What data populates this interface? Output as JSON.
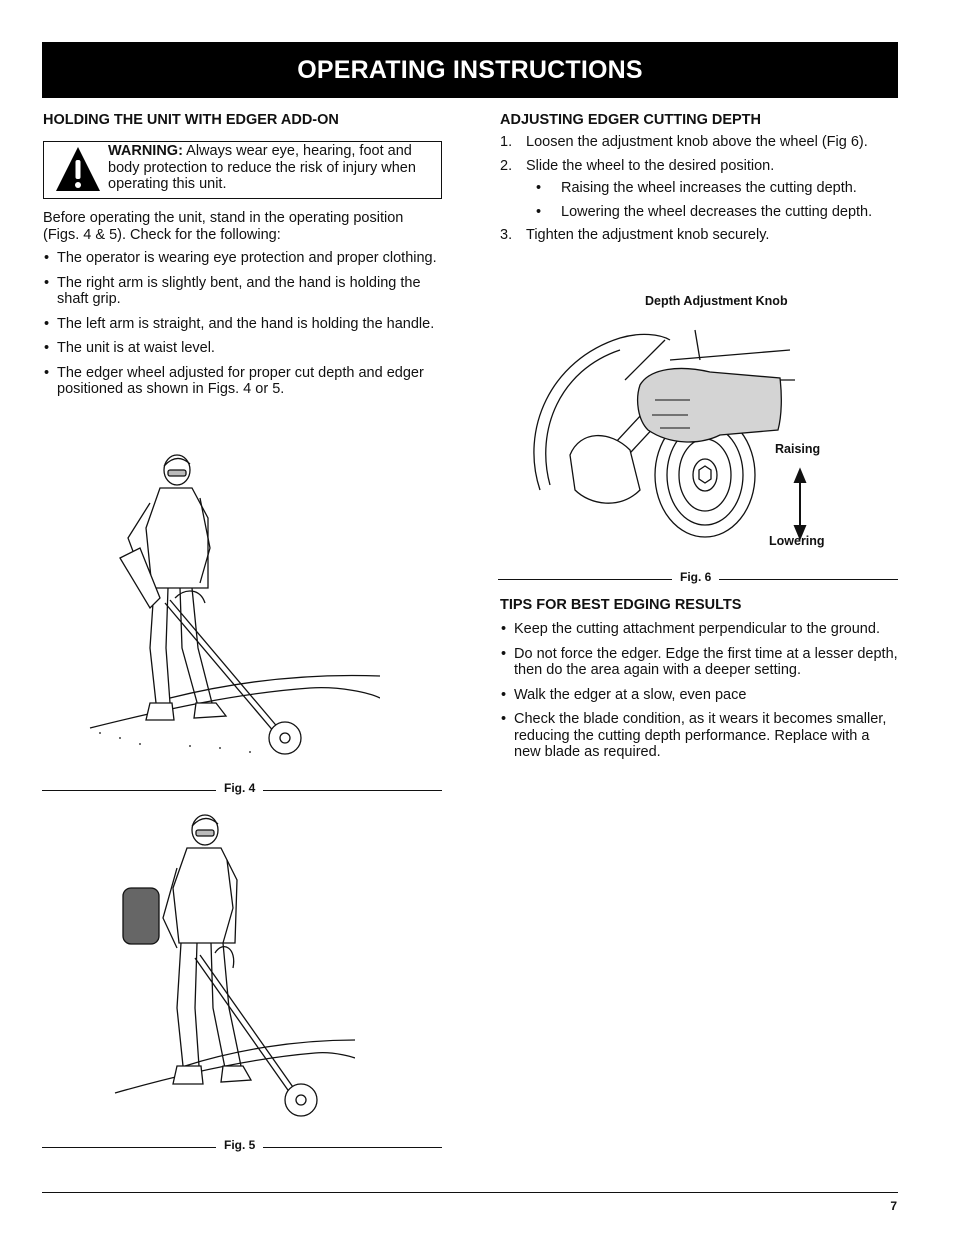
{
  "header": {
    "title": "OPERATING INSTRUCTIONS"
  },
  "left": {
    "heading": "HOLDING THE UNIT WITH EDGER ADD-ON",
    "warning": {
      "label": "WARNING:",
      "text": "Always wear eye, hearing, foot and body protection to reduce the risk of injury when operating this unit."
    },
    "intro": "Before operating the unit, stand in the operating position (Figs. 4 & 5). Check for the following:",
    "bullets": [
      "The operator is wearing eye protection and proper clothing.",
      "The right arm is slightly bent, and the hand is holding the shaft grip.",
      "The left arm is straight, and the hand is holding the handle.",
      "The unit is at waist level.",
      "The edger wheel adjusted for proper cut depth and edger positioned as shown in Figs. 4 or 5."
    ],
    "fig4_caption": "Fig. 4",
    "fig5_caption": "Fig. 5"
  },
  "right": {
    "heading": "ADJUSTING EDGER CUTTING DEPTH",
    "steps": [
      {
        "num": "1.",
        "text": "Loosen the adjustment knob above the wheel (Fig 6)."
      },
      {
        "num": "2.",
        "text": "Slide the wheel to the desired position."
      },
      {
        "num": "3.",
        "text": "Tighten the adjustment knob securely."
      }
    ],
    "sub_bullets": [
      "Raising the wheel increases the cutting depth.",
      "Lowering the wheel decreases the cutting depth."
    ],
    "fig6": {
      "label_knob": "Depth Adjustment Knob",
      "label_raising": "Raising",
      "label_lowering": "Lowering",
      "caption": "Fig. 6"
    },
    "tips_heading": "TIPS FOR BEST EDGING RESULTS",
    "tips": [
      "Keep the cutting attachment perpendicular to the ground.",
      "Do not force the edger. Edge the first time at a lesser depth, then do the area again with a deeper setting.",
      "Walk the edger at a slow, even pace",
      "Check the blade condition, as it wears it becomes smaller, reducing the cutting depth performance. Replace with a new blade as required."
    ]
  },
  "footer": {
    "page_number": "7"
  }
}
